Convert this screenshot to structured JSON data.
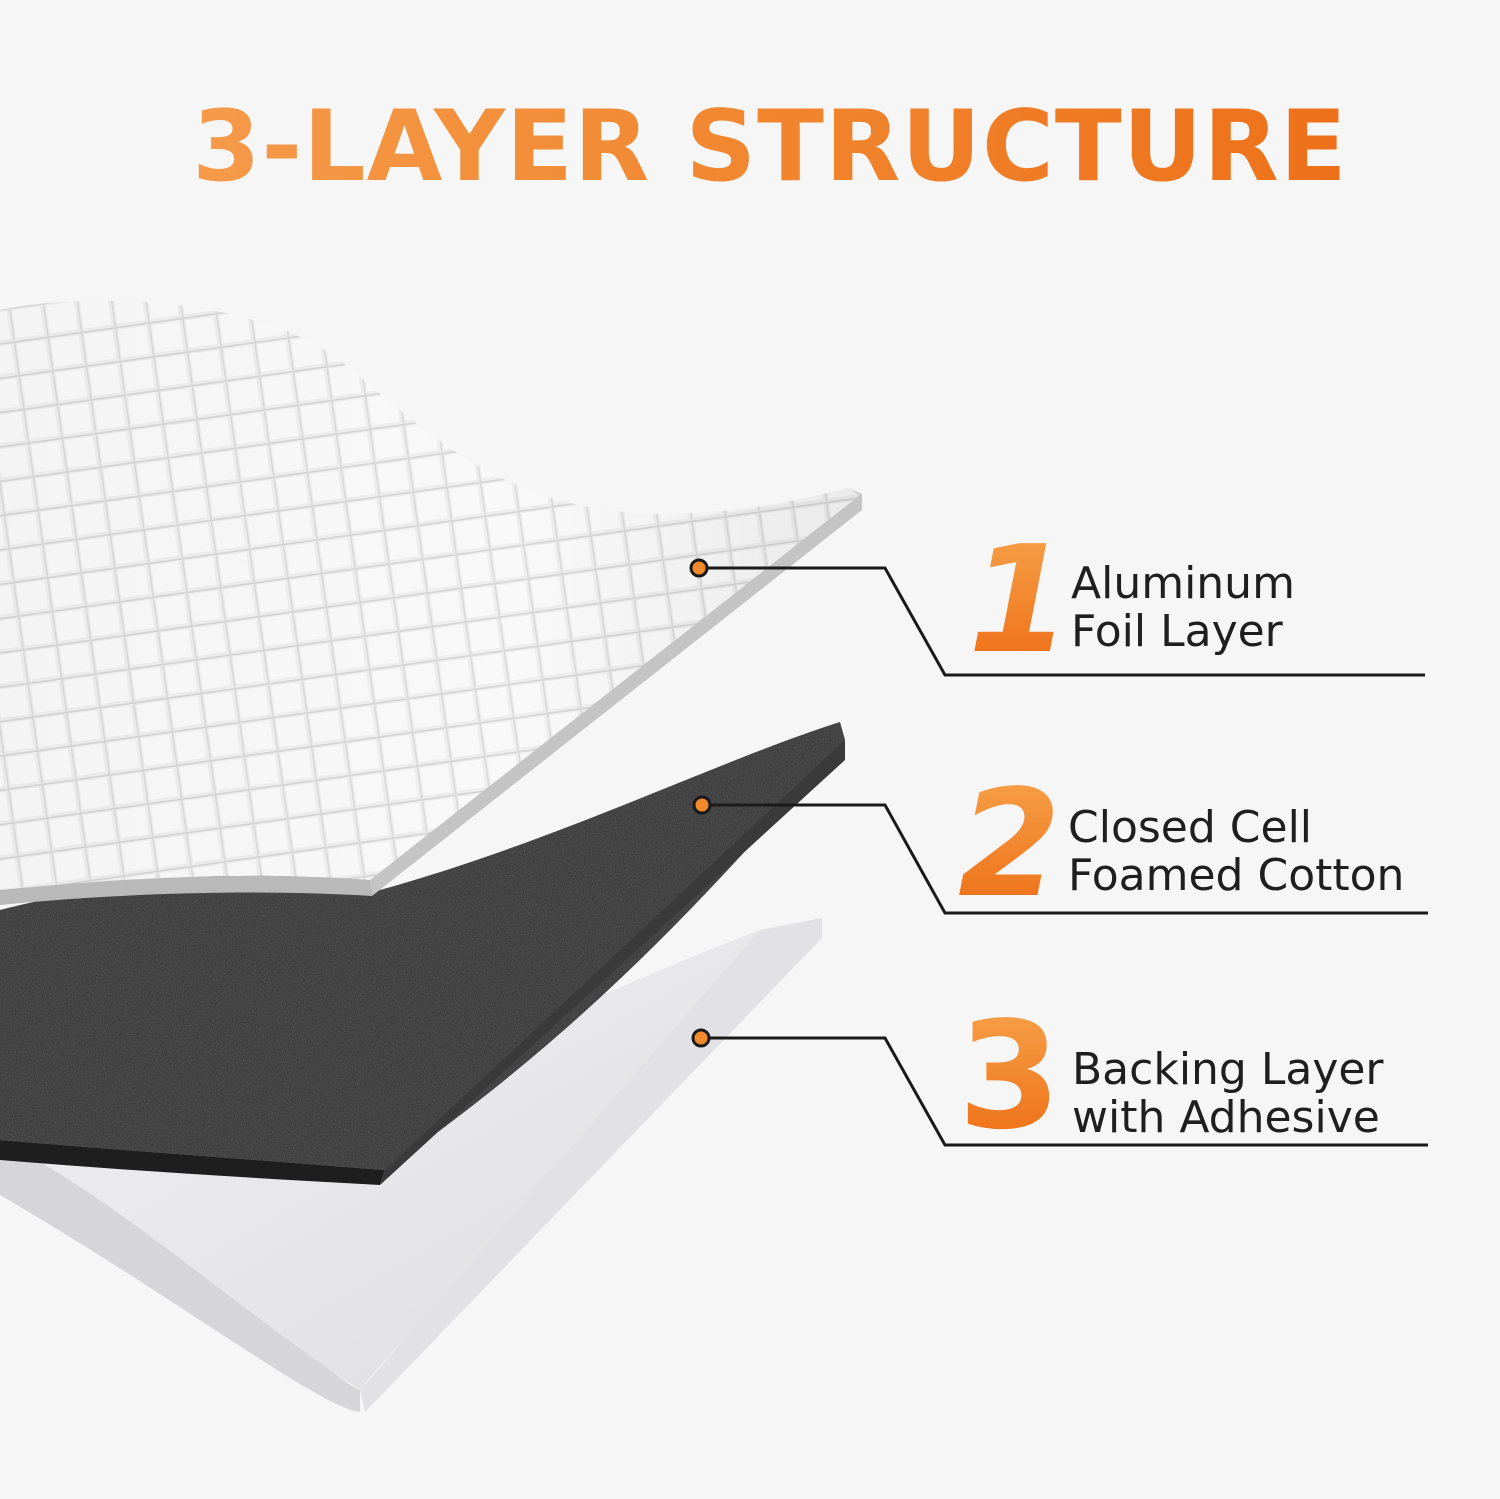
{
  "title": "3-LAYER STRUCTURE",
  "accent_color": "#f1862f",
  "layers": [
    {
      "number": "1",
      "line1": "Aluminum",
      "line2": "Foil Layer"
    },
    {
      "number": "2",
      "line1": "Closed Cell",
      "line2": "Foamed Cotton"
    },
    {
      "number": "3",
      "line1": "Backing Layer",
      "line2": "with Adhesive"
    }
  ]
}
